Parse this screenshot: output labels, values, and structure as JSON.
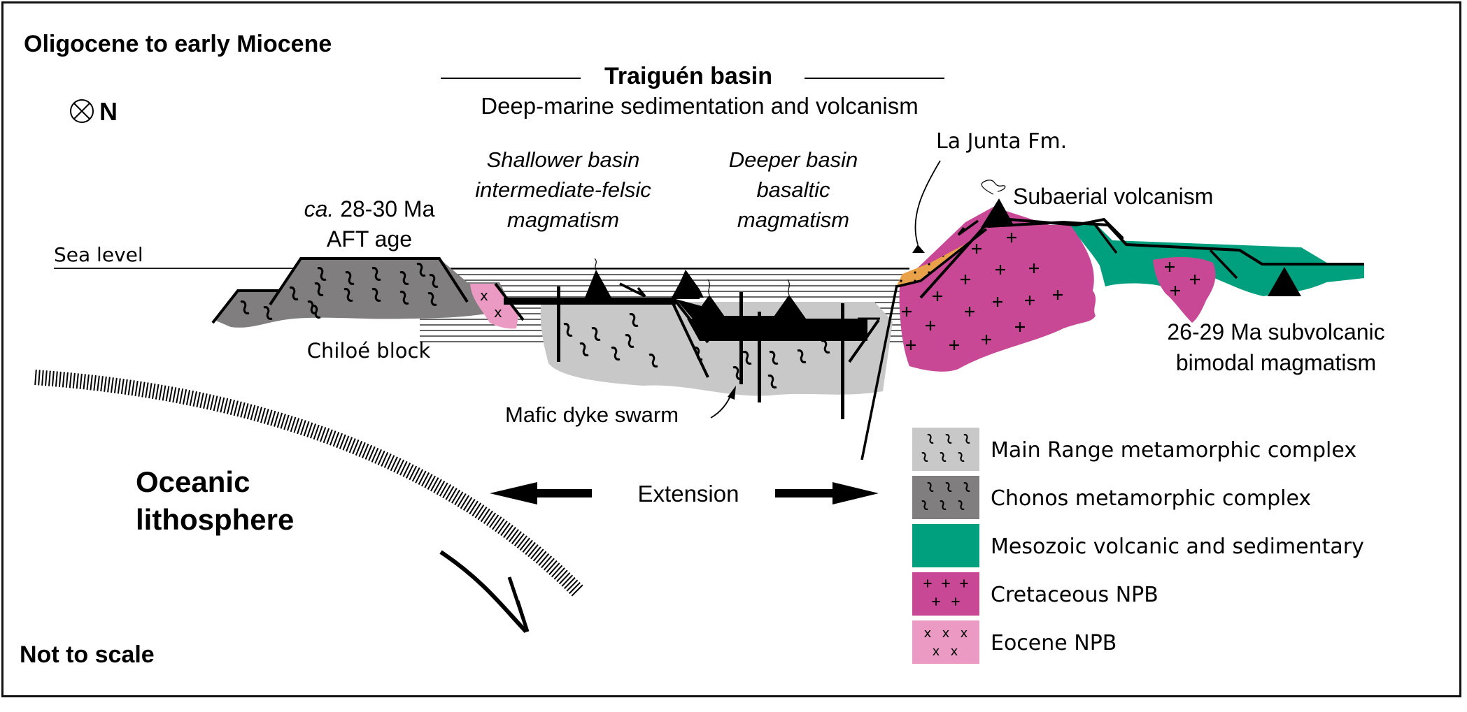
{
  "title": "Oligocene to early Miocene",
  "north_indicator": {
    "symbol": "⊗",
    "label": "N"
  },
  "basin": {
    "name": "Traiguén basin",
    "subtitle": "Deep-marine sedimentation and volcanism"
  },
  "annotations": {
    "sea_level": "Sea level",
    "aft_age_prefix": "ca.",
    "aft_age_value": "28-30 Ma",
    "aft_age_label": "AFT age",
    "chiloe_block": "Chiloé block",
    "shallower_basin": [
      "Shallower basin",
      "intermediate-felsic",
      "magmatism"
    ],
    "deeper_basin": [
      "Deeper basin",
      "basaltic",
      "magmatism"
    ],
    "la_junta": "La Junta Fm.",
    "subaerial": "Subaerial volcanism",
    "subvolcanic": [
      "26-29 Ma subvolcanic",
      "bimodal magmatism"
    ],
    "mafic_dyke": "Mafic dyke swarm",
    "extension": "Extension",
    "oceanic": [
      "Oceanic",
      "lithosphere"
    ],
    "not_to_scale": "Not to scale"
  },
  "colors": {
    "main_range": "#c8c8c8",
    "chonos": "#807e7e",
    "mesozoic": "#00a07e",
    "cretaceous_npb": "#c84896",
    "eocene_npb": "#eb9ac4",
    "la_junta": "#e9a24a",
    "line": "#000000"
  },
  "legend": [
    {
      "label": "Main Range metamorphic complex",
      "pattern": "squiggle",
      "color_key": "main_range"
    },
    {
      "label": "Chonos metamorphic complex",
      "pattern": "squiggle",
      "color_key": "chonos"
    },
    {
      "label": "Mesozoic volcanic and sedimentary",
      "pattern": "none",
      "color_key": "mesozoic"
    },
    {
      "label": "Cretaceous NPB",
      "pattern": "plus",
      "color_key": "cretaceous_npb"
    },
    {
      "label": "Eocene NPB",
      "pattern": "x",
      "color_key": "eocene_npb"
    }
  ]
}
